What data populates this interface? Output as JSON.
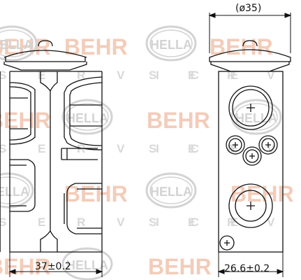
{
  "watermark": {
    "brand_word": "BEHR",
    "service_word": "S E R V I C E",
    "badge_word": "HELLA",
    "brand_color": "#f2c7b2",
    "badge_color": "#cfcfcf"
  },
  "dimensions": {
    "side_width": "37±0.2",
    "front_width": "26.6±0.2",
    "flange_diameter": "(ø35)"
  },
  "colors": {
    "outline": "#111111",
    "background": "#ffffff"
  }
}
